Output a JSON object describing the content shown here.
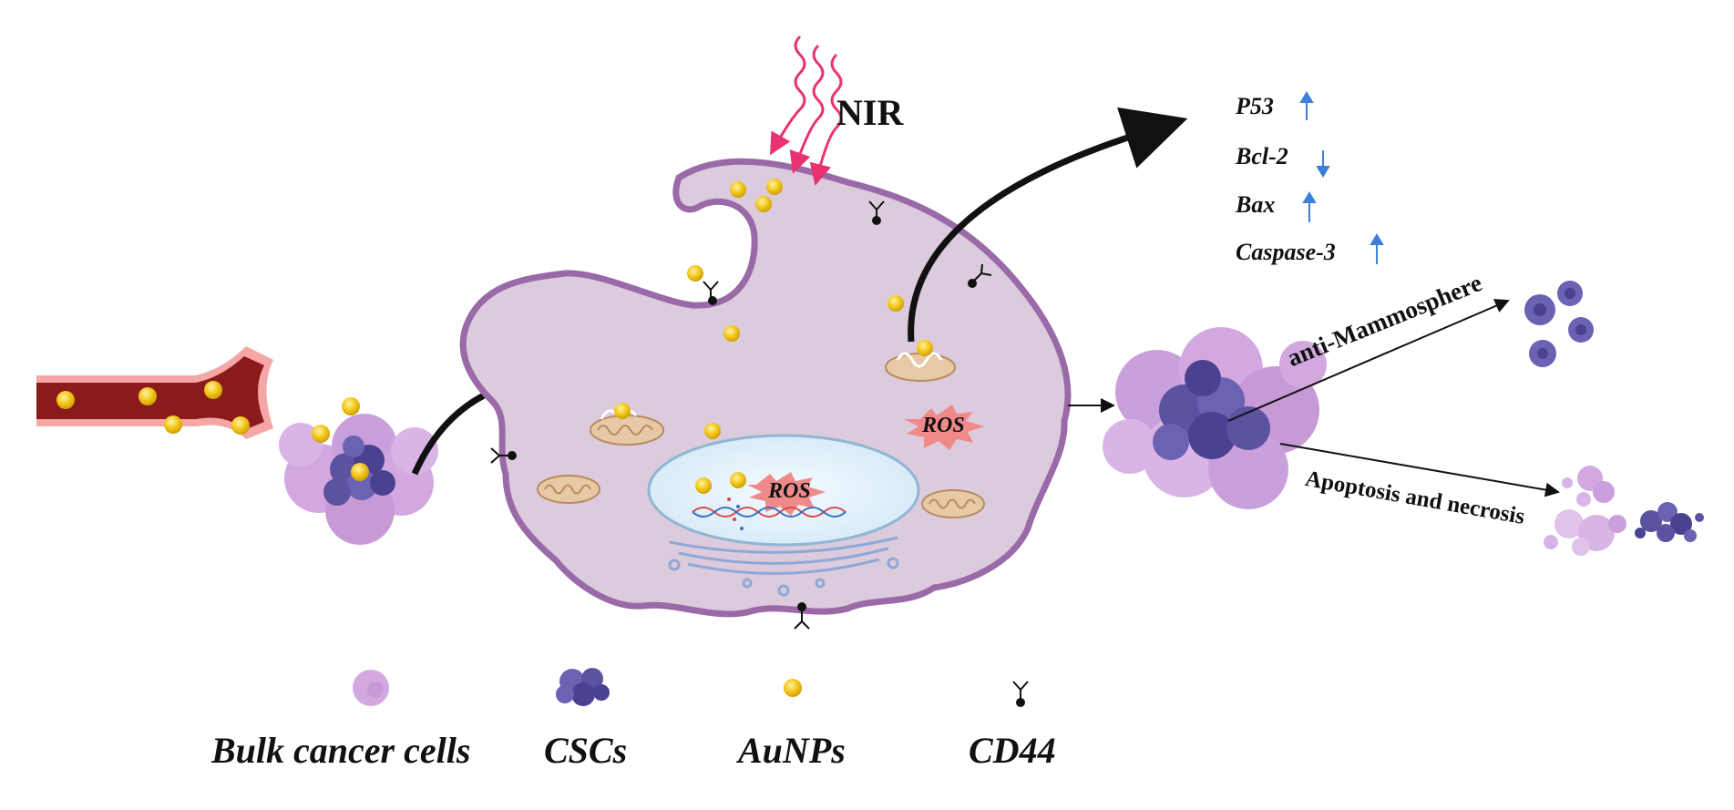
{
  "stimulus": {
    "label": "NIR"
  },
  "markers": [
    {
      "name": "P53",
      "direction": "up"
    },
    {
      "name": "Bcl-2",
      "direction": "down"
    },
    {
      "name": "Bax",
      "direction": "up"
    },
    {
      "name": "Caspase-3",
      "direction": "up"
    }
  ],
  "cell_labels": {
    "ros_cytoplasm": "ROS",
    "ros_nucleus": "ROS"
  },
  "outcomes": {
    "mammosphere": "anti-Mammosphere",
    "apoptosis": "Apoptosis and necrosis"
  },
  "legend": {
    "bulk": "Bulk cancer cells",
    "cscs": "CSCs",
    "aunps": "AuNPs",
    "cd44": "CD44"
  },
  "colors": {
    "cell_fill": "#dccbdc",
    "cell_border": "#9a6aa8",
    "aunp": "#f2c417",
    "vessel": "#8b1a1a",
    "nir": "#e8336e",
    "arrow_marker": "#3f7fd9",
    "csc": "#5b52a0",
    "bulk": "#c79ad6"
  }
}
